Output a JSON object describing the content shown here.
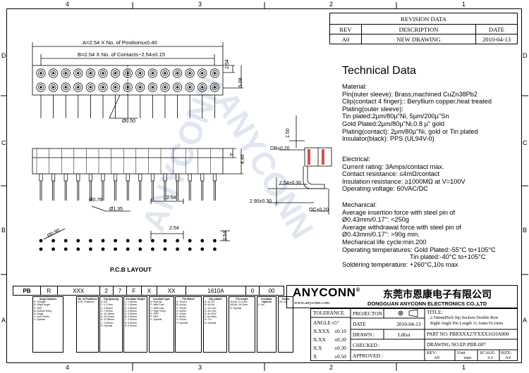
{
  "zones": {
    "top": [
      "4",
      "3",
      "2",
      "1"
    ],
    "bottom": [
      "4",
      "3",
      "2",
      "1"
    ],
    "left": [
      "D",
      "C",
      "B",
      "A"
    ],
    "right": [
      "D",
      "C",
      "B",
      "A"
    ]
  },
  "revision": {
    "title": "REVISION DATA",
    "headers": [
      "REV",
      "DESCRIPTION",
      "DATE"
    ],
    "row": [
      "A0",
      "NEW DRAWING",
      "2010-04-13"
    ]
  },
  "dims": {
    "a": "A=2.54 X No. of Positions±0.40",
    "b": "B=2.54 X No. of Contacts−2.54±0.15",
    "v254": "2.54",
    "v508": "5.08",
    "d050": "Ø0.50",
    "h150": "1.50",
    "ob": "OB±0.20",
    "h": "H",
    "h440": "4.40",
    "p254a": "2.54±0.30",
    "p290": "2.90±0.30",
    "d076": "Ø0.76",
    "p254b": "2.54",
    "d135": "Ø1.35",
    "oc": "OC±0.20",
    "p254c": "2.54",
    "d090": "Ø0.90",
    "p254d": "2.54",
    "pcb": "P.C.B  LAYOUT"
  },
  "tech": {
    "title": "Technical Data",
    "material": [
      "Material:",
      "Pin(outer sleeve): Brass,machined CuZn38Pb2",
      "Clip(contact 4 finger):: Beryllium copper,heat treated",
      "Plating(outer sleeve):",
      "Tin plated:2µm/80µ\"Ni, 5µm/200µ\"Sn",
      "Gold Plated:2µm/80µ\"Ni,0.8 µ\" gold",
      "Plating(contact): 2µm/80µ\"Ni, gold or Tin plated",
      "Insulator(black): PPS (UL94V-0)"
    ],
    "electrical": [
      "Electrical:",
      "Current rating: 3Amps/contact max.",
      "Contact resistance: ≤4mΩ/contact",
      "Insulation resistance: ≥1000MΩ at V=100V",
      "Operating voltage: 60VAC/DC"
    ],
    "mechanical": [
      "Mechanical:",
      "Average insertion force with steel pin of",
      "Ø0.43mm/0.17\": <250g",
      "Average withdrawal force with steel pin of",
      "Ø0.43mm/0.17\": >90g min.",
      "Mechanical life cycle:min.200",
      "Operating temperatures: Gold Plated:-55°C to+105°C",
      "Tin plated:-40°C to+105°C",
      "Soldering temperature: +260°C,10s max"
    ]
  },
  "watermark": "ANYCONN",
  "partcode": {
    "cells": [
      "PB",
      "R",
      "XXX",
      "2",
      "7",
      "F",
      "X",
      "XX",
      "1610A",
      "0",
      "00"
    ],
    "desc": [
      [
        "Angel Options",
        "P: Straight",
        "R: Right Angle",
        "S: SMT",
        "B: Bottom Entry",
        "A: Angle",
        "L: Low Profile",
        "Z: Special"
      ],
      [
        "No. of Positions",
        "XXX: Positions"
      ],
      [
        "Dip Spacing",
        "0: No",
        "1: 1.27mm",
        "2: 2.54mm",
        "3: 7.62mm",
        "4: 10.16mm",
        "5: 15.24mm",
        "6: 22.86mm",
        "7: 2.00mm",
        "S: Special"
      ],
      [
        "Insulator Height",
        "1: 1.00mm",
        "2: 1.50mm",
        "3: 2.00mm",
        "4: 2.50mm",
        "5: 3.00mm",
        "6: 3.50mm",
        "7: 4.00mm",
        "8: 4.50mm",
        "9: 5.00mm"
      ],
      [
        "Insulator type",
        "N: Normal",
        "F: With Post",
        "C: With Cap",
        "H: High Temp",
        "R: PPS",
        "P: PBT",
        "S: Special"
      ],
      [
        "Pin Plated",
        "A: Tin/Au",
        "B: Au/Au",
        "C: Sn/Sn",
        "D: Au/Sn",
        "E: Sn/Au",
        "F: Au/Au",
        "G: Sn/Au",
        "S: Special"
      ],
      [
        "Clip plated",
        "A: Au 3u\"",
        "B: Au 5u\"",
        "C: Au 10u\"",
        "D: Au 15u\"",
        "E: Au 30u\"",
        "F: Au flash",
        "G: Tin",
        "S: Special"
      ],
      [
        "Pin length",
        "1110A: 11.1mm",
        "1610A: 16.1mm",
        "S: Special"
      ],
      [
        "Insulator Options",
        "0: No"
      ],
      [
        "Series",
        "00: No"
      ]
    ]
  },
  "company": {
    "logo": "ANYCONN",
    "reg": "®",
    "cn": "东莞市恩康电子有限公司",
    "url": "www.anyconn.com",
    "en": "DONGGUAN  ANYCONN  ELECTRONICS CO.,LTD"
  },
  "titleblock": {
    "tolerance": "TOLERANCE",
    "angle": "ANGLE",
    "angle_v": "±5°",
    "tol": [
      [
        "X.XXX",
        "±0.10"
      ],
      [
        "X.XX",
        "±0.20"
      ],
      [
        "X.X",
        "±0.30"
      ],
      [
        "X",
        "±0.50"
      ]
    ],
    "projection": "PROJECTON",
    "date": "DATE",
    "date_v": "2010-04-13",
    "drawn": "DRAWN :",
    "drawn_v": "LiKui",
    "checked": "CHECKED :",
    "approved": "APPROVED :",
    "title_label": "TITLE:",
    "title_1": "2.54mmPitch Sip Sockets Double Row",
    "title_2": "Right Angle Pin Length 11.1mm/16.1mm",
    "partno": "PART NO:  PBRXXX27FXXX1610A000",
    "drawingno": "DRAWING NO:EP-PBR-007",
    "rev": "REV:",
    "rev_v": "A0",
    "unit": "Unit",
    "unit_v": "mm",
    "scale": "SCALE:",
    "scale_v": "3:1",
    "size": "SIZE:",
    "size_v": "A4"
  }
}
